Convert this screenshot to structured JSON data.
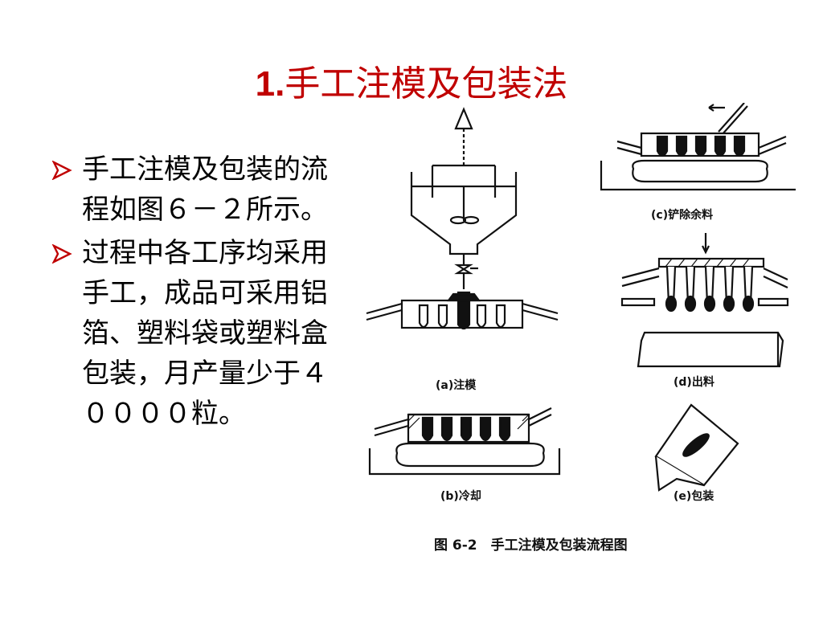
{
  "slide": {
    "title_number": "1.",
    "title_text": "手工注模及包装法",
    "bullets": [
      {
        "text": "手工注模及包装的流程如图６－２所示。"
      },
      {
        "text": "过程中各工序均采用手工，成品可采用铝箔、塑料袋或塑料盒包装，月产量少于４００００粒。"
      }
    ]
  },
  "figure": {
    "panels": {
      "a": "(a)注模",
      "b": "(b)冷却",
      "c": "(c)铲除余料",
      "d": "(d)出料",
      "e": "(e)包装"
    },
    "caption": "图 6-2　手工注模及包装流程图"
  },
  "colors": {
    "title": "#c00000",
    "bullet_arrow": "#c00000",
    "text": "#000000"
  }
}
